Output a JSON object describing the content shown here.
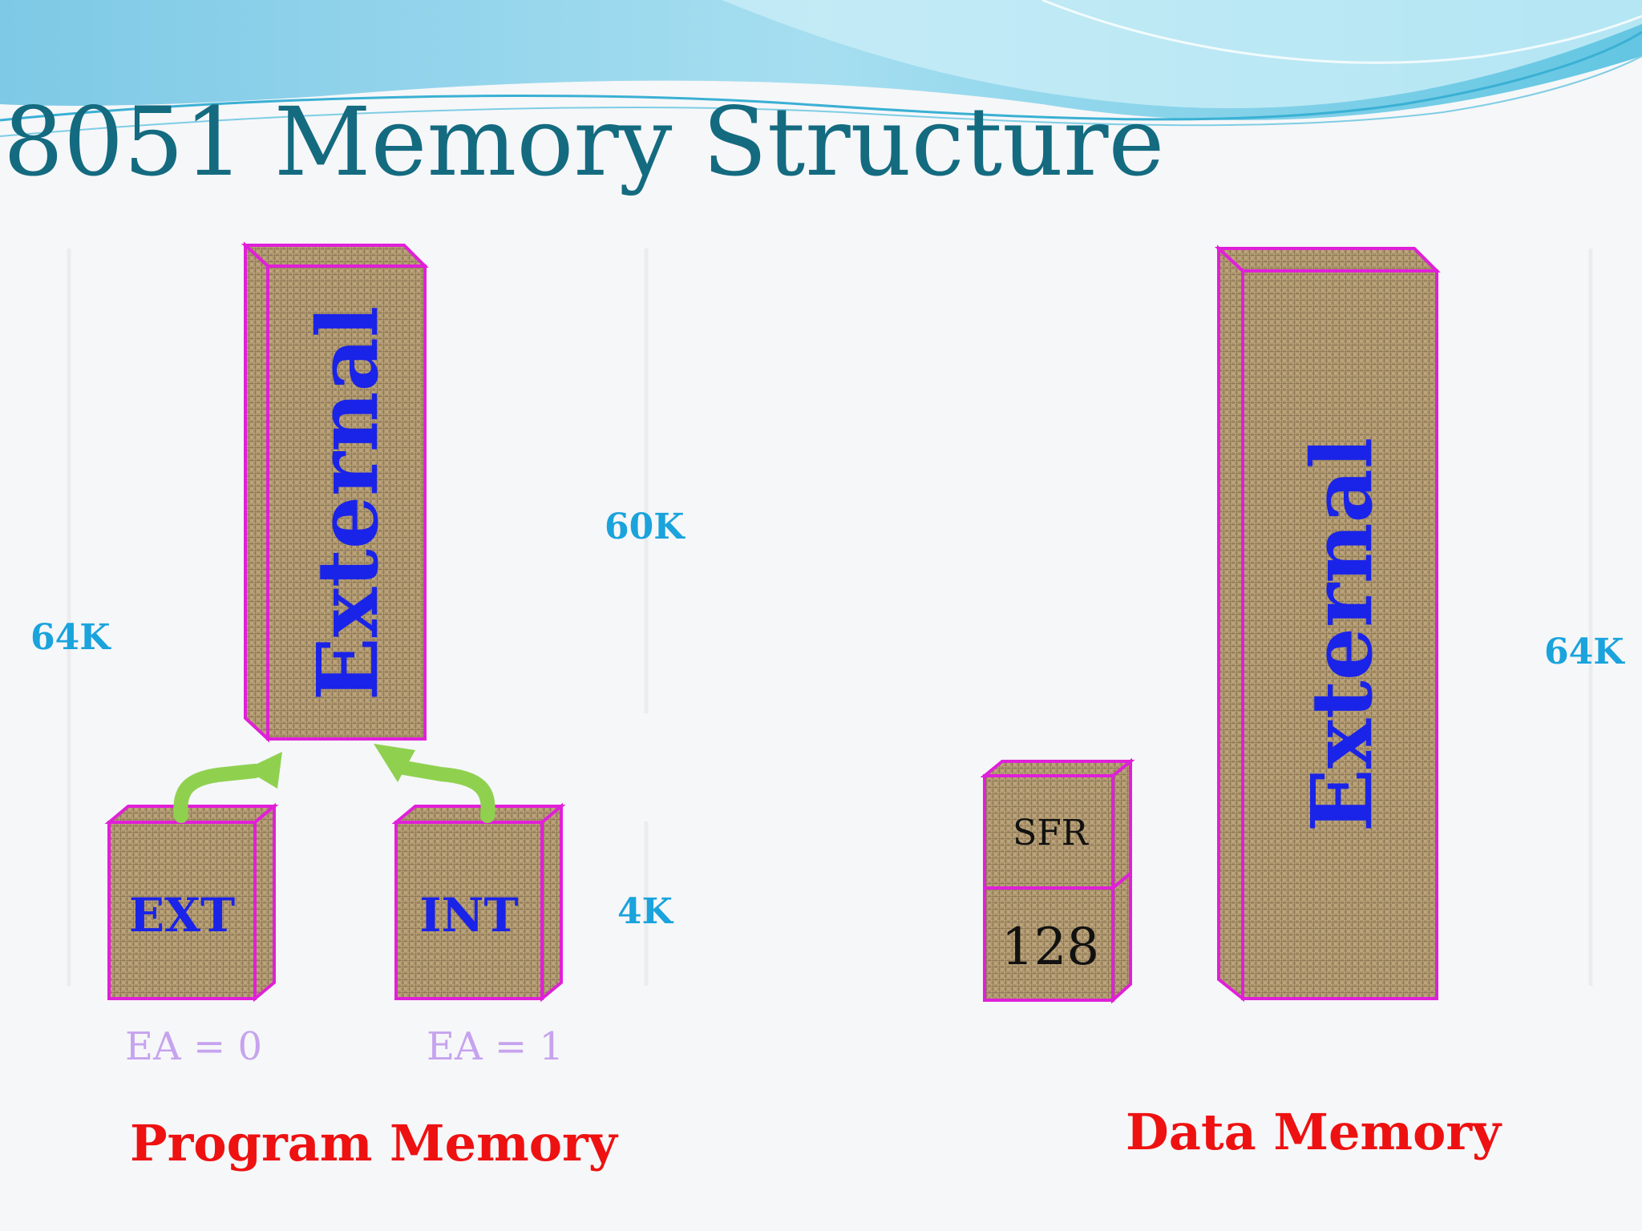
{
  "title": "8051 Memory Structure",
  "colors": {
    "title": "#146b80",
    "dimension": "#1aa3dc",
    "block_label": "#1a23e8",
    "block_label_dark": "#111111",
    "ea_label": "#c6a3ee",
    "section_label": "#ee1111",
    "block_border": "#e020d8",
    "block_fill": "#a89068",
    "arrow": "#8fd14f",
    "wave": "#5ec3df"
  },
  "program_memory": {
    "section_label": "Program Memory",
    "size_label": "64K",
    "external_block": {
      "label": "External",
      "size_label": "60K"
    },
    "ext_block": {
      "label": "EXT",
      "ea_label": "EA = 0"
    },
    "int_block": {
      "label": "INT",
      "ea_label": "EA = 1",
      "size_label": "4K"
    }
  },
  "data_memory": {
    "section_label": "Data Memory",
    "size_label": "64K",
    "sfr_block": {
      "label": "SFR"
    },
    "internal_block": {
      "label": "128"
    },
    "external_block": {
      "label": "External"
    }
  }
}
